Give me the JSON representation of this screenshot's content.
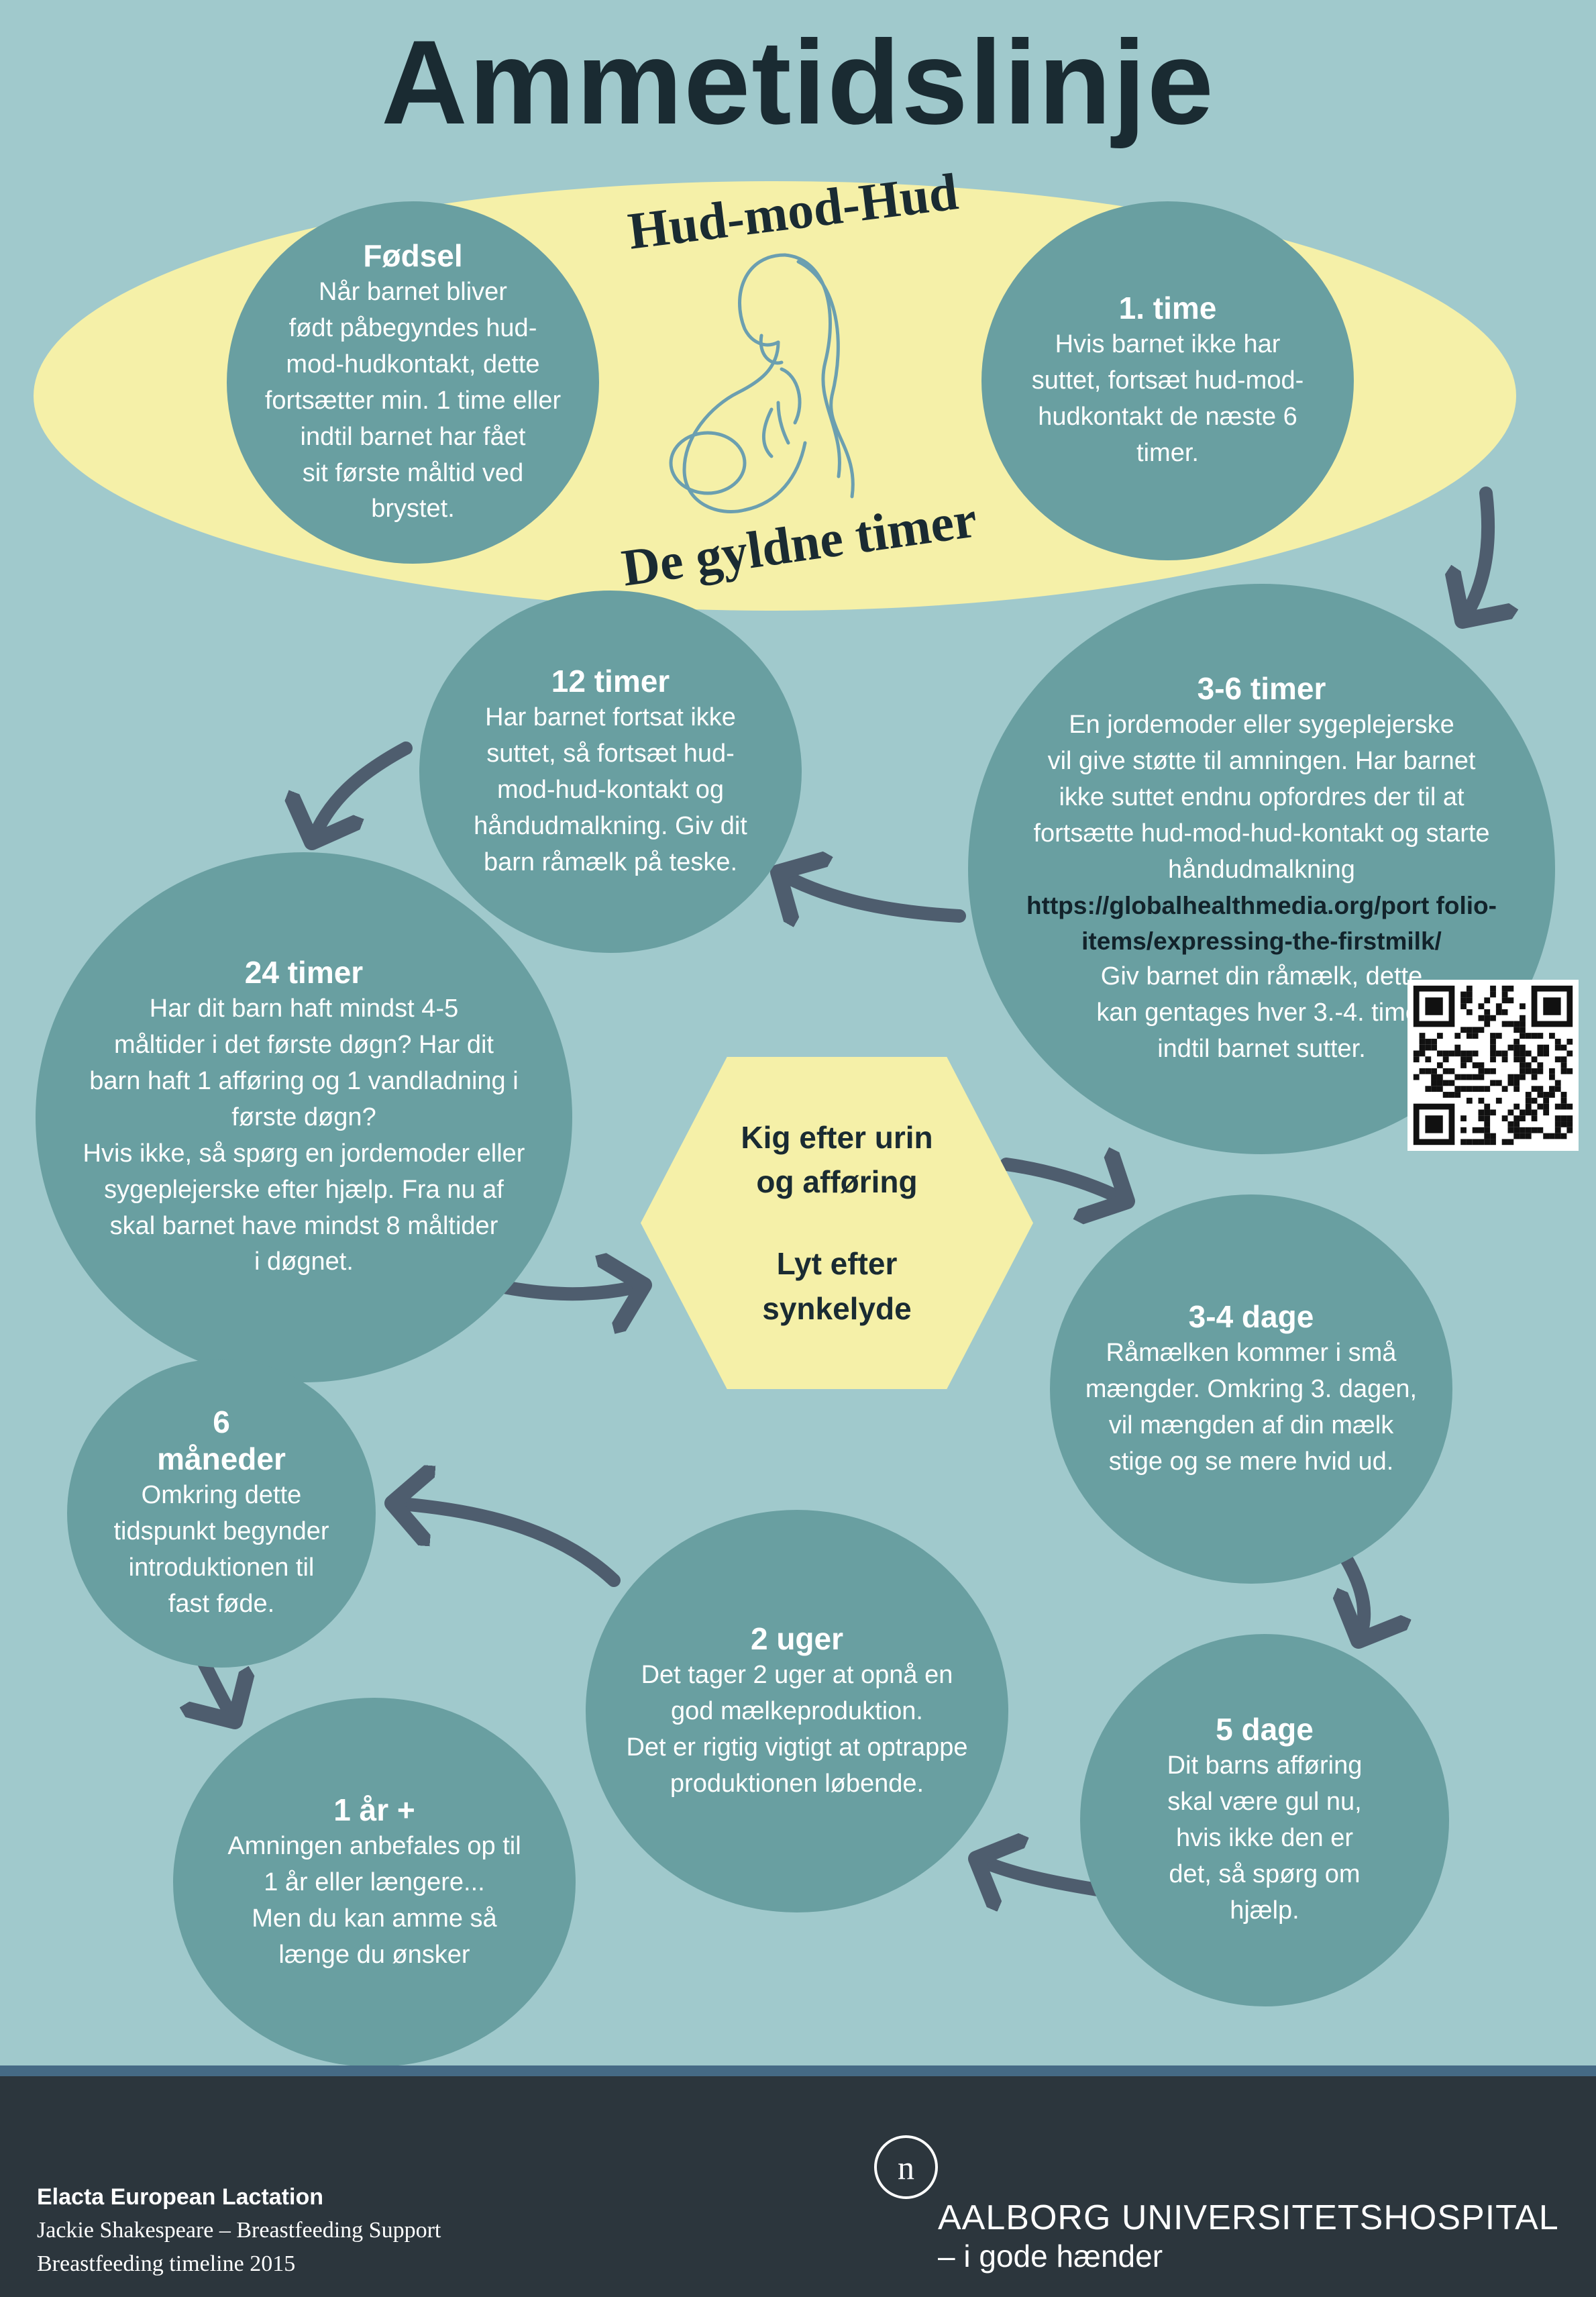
{
  "title": "Ammetidslinje",
  "golden_hours": {
    "top_label": "Hud-mod-Hud",
    "bottom_label": "De gyldne timer",
    "illustration_icon": "mother-breastfeeding-icon"
  },
  "stages": {
    "fodsel": {
      "title": "Fødsel",
      "text": "Når barnet bliver\nfødt påbegyndes hud-\nmod-hudkontakt, dette\nfortsætter min. 1 time eller\nindtil barnet har fået\nsit første måltid ved\nbrystet."
    },
    "time1": {
      "title": "1. time",
      "text": "Hvis barnet ikke har\nsuttet, fortsæt hud-mod-\nhudkontakt de næste 6\ntimer."
    },
    "timer3_6": {
      "title": "3-6 timer",
      "text": "En jordemoder eller sygeplejerske\nvil give støtte til amningen. Har barnet\nikke suttet endnu opfordres der til at\nfortsætte hud-mod-hud-kontakt og starte\nhåndudmalkning",
      "link": "https://globalhealthmedia.org/port folio-\nitems/expressing-the-firstmilk/",
      "text2": "Giv barnet din råmælk, dette\nkan gentages hver 3.-4. time,\nindtil barnet sutter."
    },
    "timer12": {
      "title": "12 timer",
      "text": "Har barnet fortsat ikke\nsuttet, så fortsæt hud-\nmod-hud-kontakt og\nhåndudmalkning. Giv dit\nbarn råmælk på teske."
    },
    "timer24": {
      "title": "24 timer",
      "text": "Har dit barn haft mindst 4-5\nmåltider i det første døgn? Har dit\nbarn haft 1 afføring og 1 vandladning i\nførste døgn?\nHvis ikke, så spørg en jordemoder eller\nsygeplejerske efter hjælp. Fra nu af\nskal barnet have mindst 8 måltider\ni døgnet."
    },
    "dage3_4": {
      "title": "3-4 dage",
      "text": "Råmælken kommer i små\nmængder. Omkring 3. dagen,\nvil mængden af din mælk\nstige og se mere hvid ud."
    },
    "dage5": {
      "title": "5 dage",
      "text": "Dit barns afføring\nskal være gul nu,\nhvis ikke den er\ndet, så spørg om\nhjælp."
    },
    "uger2": {
      "title": "2 uger",
      "text": "Det tager 2 uger at opnå en\ngod mælkeproduktion.\nDet er rigtig vigtigt at optrappe\nproduktionen løbende."
    },
    "maaneder6": {
      "title": "6\nmåneder",
      "text": "Omkring dette\ntidspunkt begynder\nintroduktionen til\nfast føde."
    },
    "aar1": {
      "title": "1 år +",
      "text": "Amningen anbefales op til\n1 år eller længere...\nMen du kan amme så\nlænge du ønsker"
    }
  },
  "hexagon": {
    "line1": "Kig efter urin",
    "line2": "og afføring",
    "line3": "Lyt efter",
    "line4": "synkelyde"
  },
  "footer": {
    "org": "Elacta European Lactation",
    "author": "Jackie Shakespeare – Breastfeeding Support",
    "doc": "Breastfeeding timeline 2015",
    "logo_mark": "n",
    "hospital": "AALBORG UNIVERSITETSHOSPITAL",
    "tagline": "– i gode hænder"
  },
  "colors": {
    "background": "#a0c9cc",
    "circle": "#699fa1",
    "highlight": "#f5f0a8",
    "arrow": "#4e5d6e",
    "footer": "#2c363d",
    "title": "#1a2b32"
  }
}
